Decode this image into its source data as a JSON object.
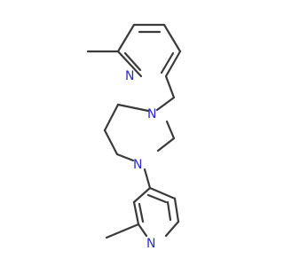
{
  "atoms": {
    "n_pyridine_top": "N",
    "n_diazepane_upper": "N",
    "n_diazepane_lower": "N",
    "n_pyridine_bottom": "N"
  },
  "colors": {
    "bond": "#3a3a3a",
    "nitrogen": "#2b2bd0",
    "background": "#ffffff"
  }
}
